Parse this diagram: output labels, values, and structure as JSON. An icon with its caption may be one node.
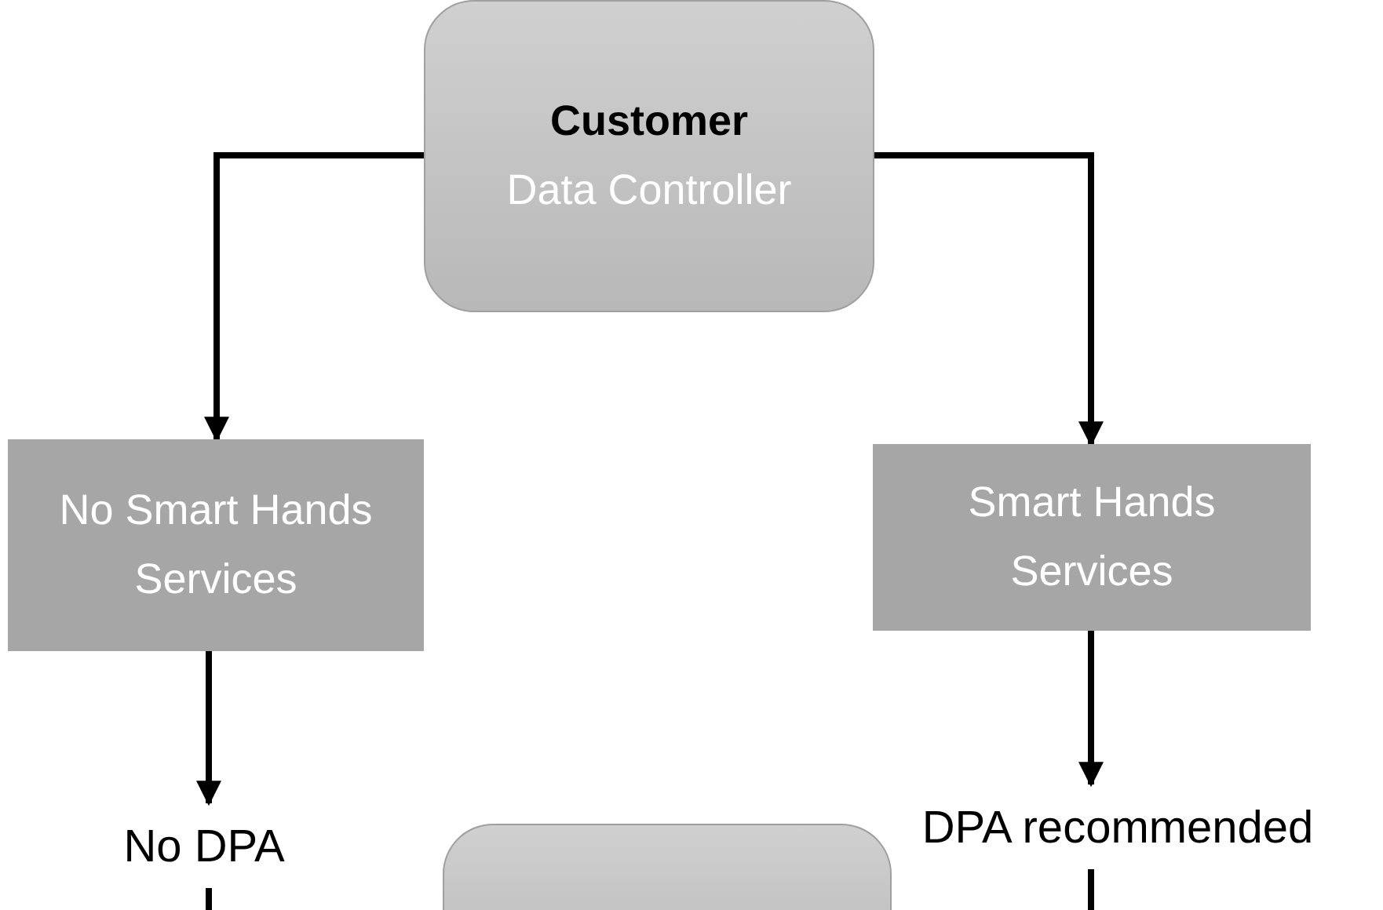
{
  "diagram": {
    "nodes": [
      {
        "text": [
          "Customer",
          "Data Controller"
        ]
      },
      {
        "text": [
          "No Smart Hands Services"
        ]
      },
      {
        "text": [
          "Smart Hands Services"
        ]
      },
      {
        "text": [
          "No DPA"
        ]
      },
      {
        "text": [
          "DPA recommended"
        ]
      },
      {
        "text": [],
        "shape": "box"
      }
    ],
    "edges": [
      {
        "from": 0,
        "to": 1,
        "arrow": "to"
      },
      {
        "from": 0,
        "to": 2,
        "arrow": "to"
      },
      {
        "from": 1,
        "to": 3,
        "arrow": "to"
      },
      {
        "from": 2,
        "to": 4,
        "arrow": "to"
      },
      {
        "from": 3,
        "to": null,
        "arrow": "none"
      },
      {
        "from": 4,
        "to": null,
        "arrow": "none"
      }
    ]
  }
}
